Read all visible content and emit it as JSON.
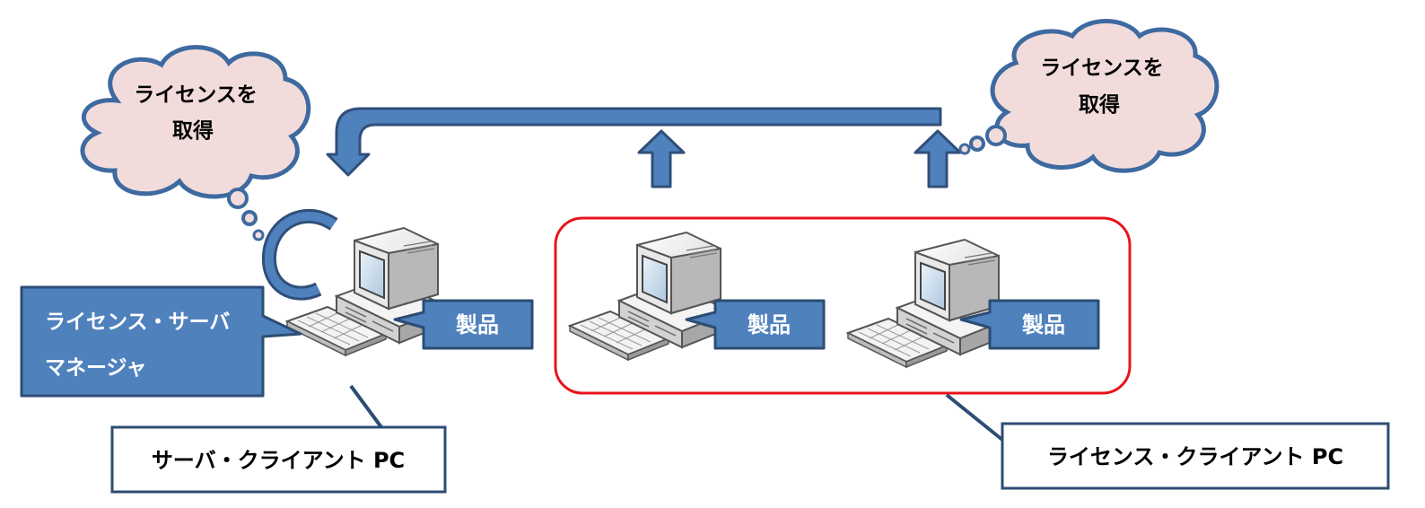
{
  "thought_left": {
    "line1": "ライセンスを",
    "line2": "取得"
  },
  "thought_right": {
    "line1": "ライセンスを",
    "line2": "取得"
  },
  "product_label": "製品",
  "manager_label": {
    "line1": "ライセンス・サーバ",
    "line2": "マネージャ"
  },
  "server_client_label": "サーバ・クライアント PC",
  "license_client_label": "ライセンス・クライアント PC",
  "colors": {
    "arrow_fill": "#4f81bd",
    "arrow_stroke": "#2f4f7a",
    "cloud_fill": "#f2dcdb",
    "cloud_stroke": "#3e6aa0",
    "callout_fill": "#4f81bd",
    "callout_stroke": "#2c4d74",
    "group_border": "#e8141c",
    "label_border": "#2c4d74",
    "callout_text": "#ffffff",
    "body_text": "#000000"
  }
}
